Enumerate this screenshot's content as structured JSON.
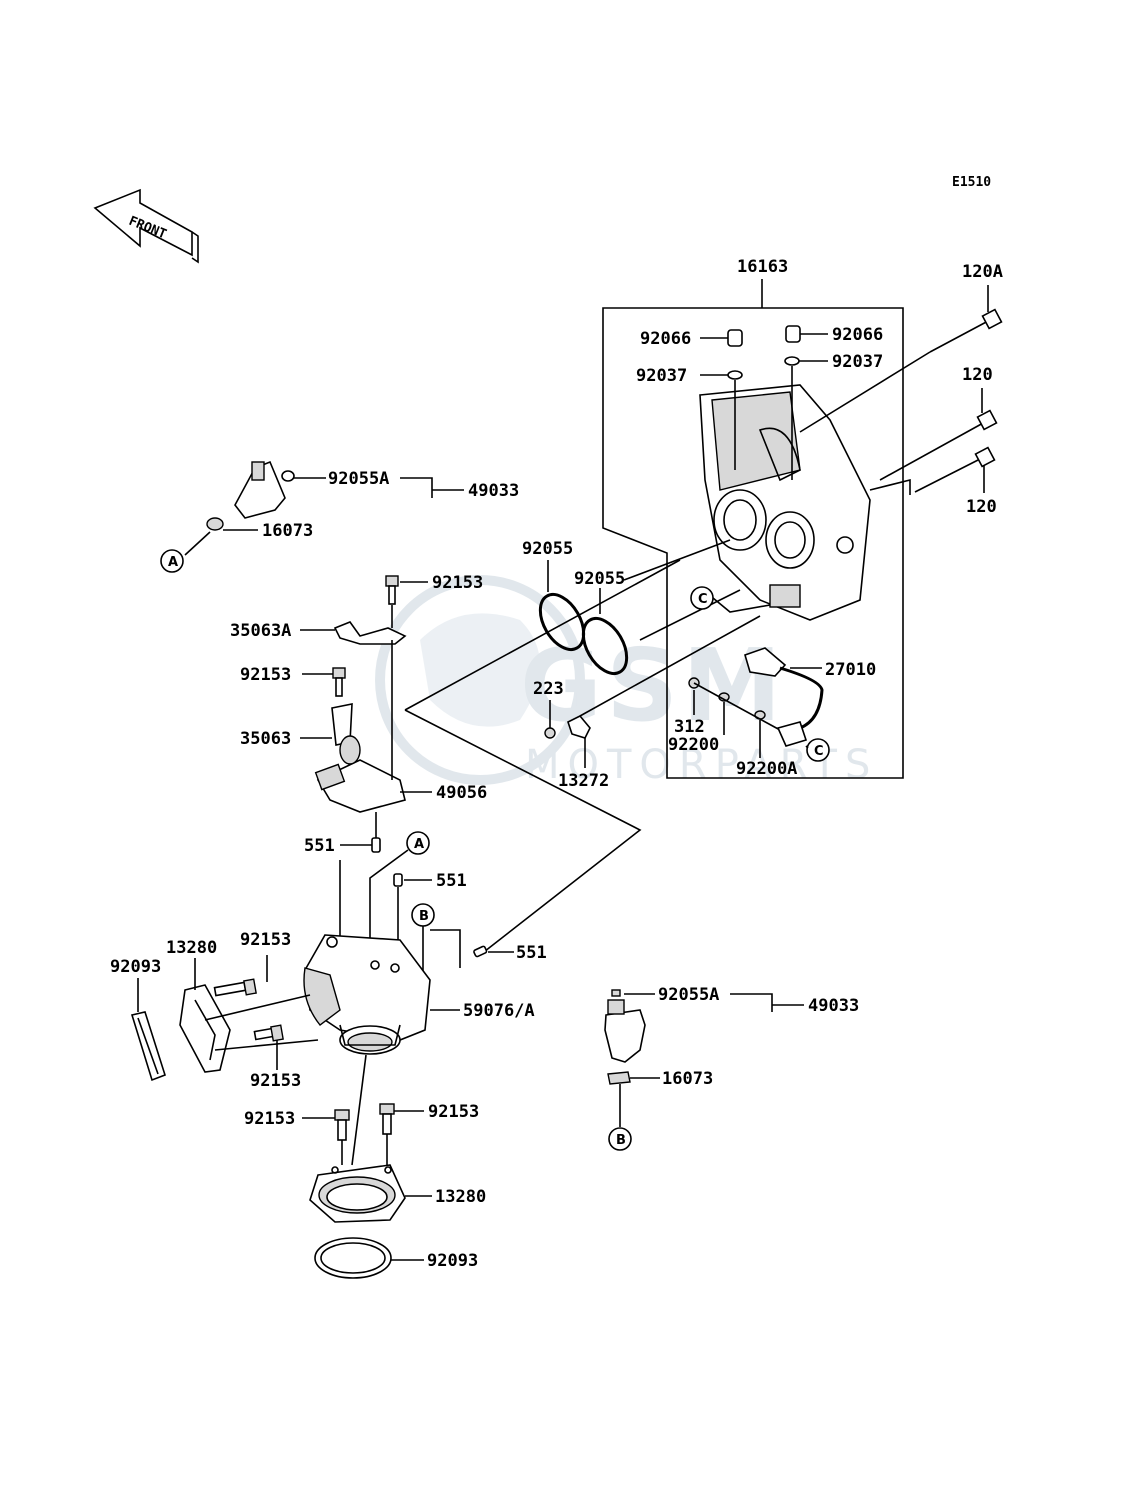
{
  "diagram_code": "E1510",
  "direction_label": "FRONT",
  "watermark": {
    "logo_text": "GSM",
    "sub_text": "MOTORPARTS"
  },
  "callouts": {
    "A": "A",
    "B": "B",
    "C": "C"
  },
  "labels": {
    "p16163": "16163",
    "p120A": "120A",
    "p120_1": "120",
    "p120_2": "120",
    "p92066_l": "92066",
    "p92066_r": "92066",
    "p92037_l": "92037",
    "p92037_r": "92037",
    "p92055A_top": "92055A",
    "p49033_top": "49033",
    "p16073_top": "16073",
    "p92055_1": "92055",
    "p92055_2": "92055",
    "p92153_a": "92153",
    "p35063A": "35063A",
    "p92153_b": "92153",
    "p35063": "35063",
    "p49056": "49056",
    "p223": "223",
    "p13272": "13272",
    "p312": "312",
    "p92200": "92200",
    "p92200A": "92200A",
    "p27010": "27010",
    "p551_a": "551",
    "p551_b": "551",
    "p551_c": "551",
    "p13280_l": "13280",
    "p92153_c": "92153",
    "p92093_l": "92093",
    "p59076A": "59076/A",
    "p92153_d": "92153",
    "p92153_e": "92153",
    "p92153_f": "92153",
    "p13280_b": "13280",
    "p92093_b": "92093",
    "p92055A_bot": "92055A",
    "p49033_bot": "49033",
    "p16073_bot": "16073"
  },
  "colors": {
    "ink": "#000000",
    "watermark": "#c9d4dd",
    "part_fill": "#d8d8d8"
  }
}
